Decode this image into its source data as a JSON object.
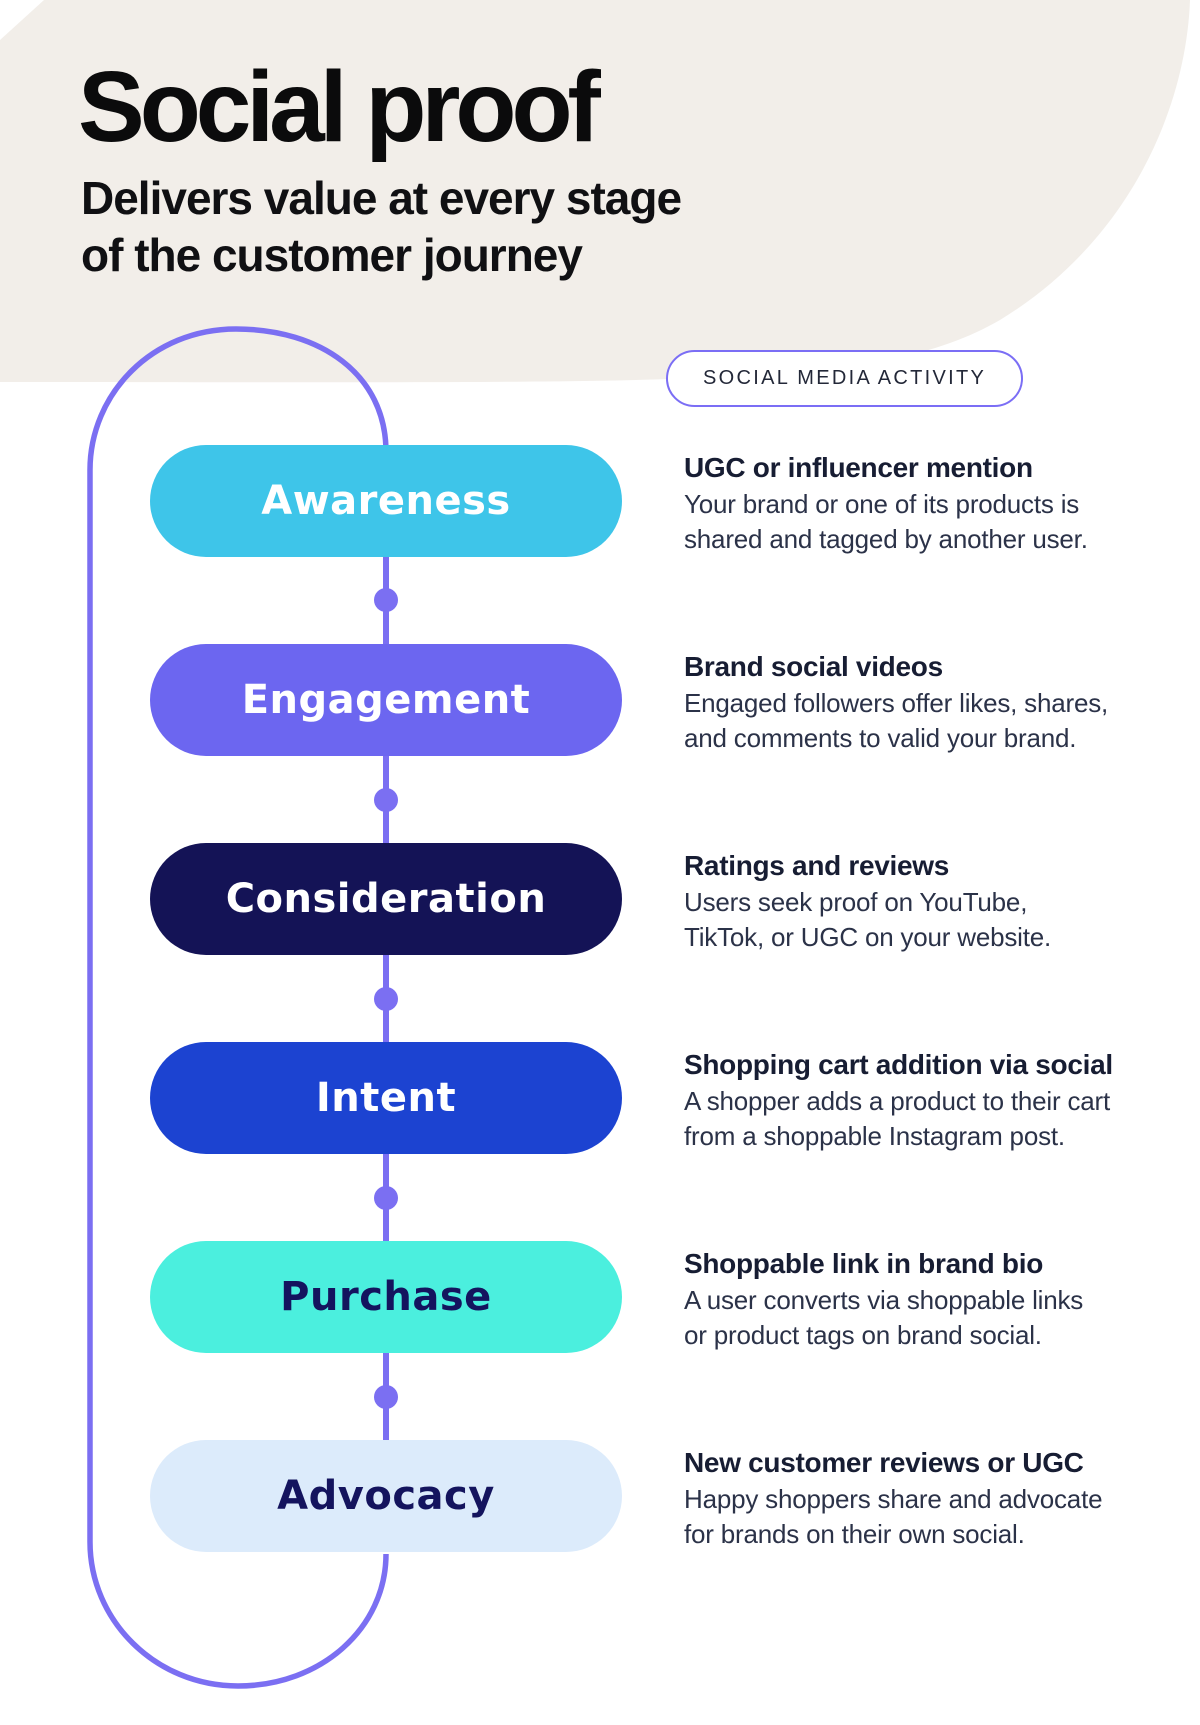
{
  "header": {
    "title": "Social proof",
    "subtitle_line1": "Delivers value at every stage",
    "subtitle_line2": "of the customer journey"
  },
  "badge": {
    "label": "SOCIAL MEDIA ACTIVITY"
  },
  "stages": [
    {
      "label": "Awareness",
      "pill_color": "#3EC5E9",
      "label_color": "#FFFFFF",
      "activity_title": "UGC or influencer mention",
      "activity_lines": [
        "Your brand or one of its products is",
        "shared and tagged by another user."
      ]
    },
    {
      "label": "Engagement",
      "pill_color": "#6C66F0",
      "label_color": "#FFFFFF",
      "activity_title": "Brand social videos",
      "activity_lines": [
        "Engaged followers offer likes, shares,",
        "and comments to valid your brand."
      ]
    },
    {
      "label": "Consideration",
      "pill_color": "#141356",
      "label_color": "#FFFFFF",
      "activity_title": "Ratings and reviews",
      "activity_lines": [
        "Users seek proof on YouTube,",
        "TikTok, or UGC on your website."
      ]
    },
    {
      "label": "Intent",
      "pill_color": "#1C43D1",
      "label_color": "#FFFFFF",
      "activity_title": "Shopping cart addition via social",
      "activity_lines": [
        "A shopper adds a product to their cart",
        "from a shoppable Instagram post."
      ]
    },
    {
      "label": "Purchase",
      "pill_color": "#4BEFDE",
      "label_color": "#14145E",
      "activity_title": "Shoppable link in brand bio",
      "activity_lines": [
        "A user converts via shoppable links",
        "or product tags on brand social."
      ]
    },
    {
      "label": "Advocacy",
      "pill_color": "#DCEBFB",
      "label_color": "#14145E",
      "activity_title": "New customer reviews or UGC",
      "activity_lines": [
        "Happy shoppers share and advocate",
        "for brands on their own social."
      ]
    }
  ],
  "colors": {
    "page_bg": "#FFFFFF",
    "header_bg": "#F2EEE9",
    "title_text": "#0B0B0C",
    "accent_line": "#7B6FF2",
    "badge_border": "#7B6EF5",
    "badge_text": "#232838",
    "heading_text": "#171D33",
    "body_text": "#2B3248"
  }
}
